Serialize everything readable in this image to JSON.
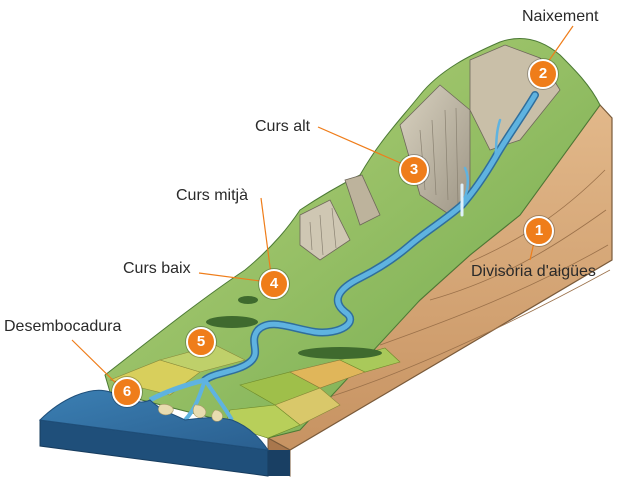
{
  "labels": {
    "naixement": "Naixement",
    "curs_alt": "Curs alt",
    "curs_mitja": "Curs mitjà",
    "curs_baix": "Curs baix",
    "desembocadura": "Desembocadura",
    "divisoria": "Divisòria d'aigües"
  },
  "markers": {
    "m1": "1",
    "m2": "2",
    "m3": "3",
    "m4": "4",
    "m5": "5",
    "m6": "6"
  },
  "colors": {
    "marker": "#ef7d1a",
    "leader_line": "#ef7d1a",
    "river": "#4a9fd0",
    "sea": "#2f6a9a",
    "grass": "#8cc060",
    "soil": "#d8a878"
  }
}
